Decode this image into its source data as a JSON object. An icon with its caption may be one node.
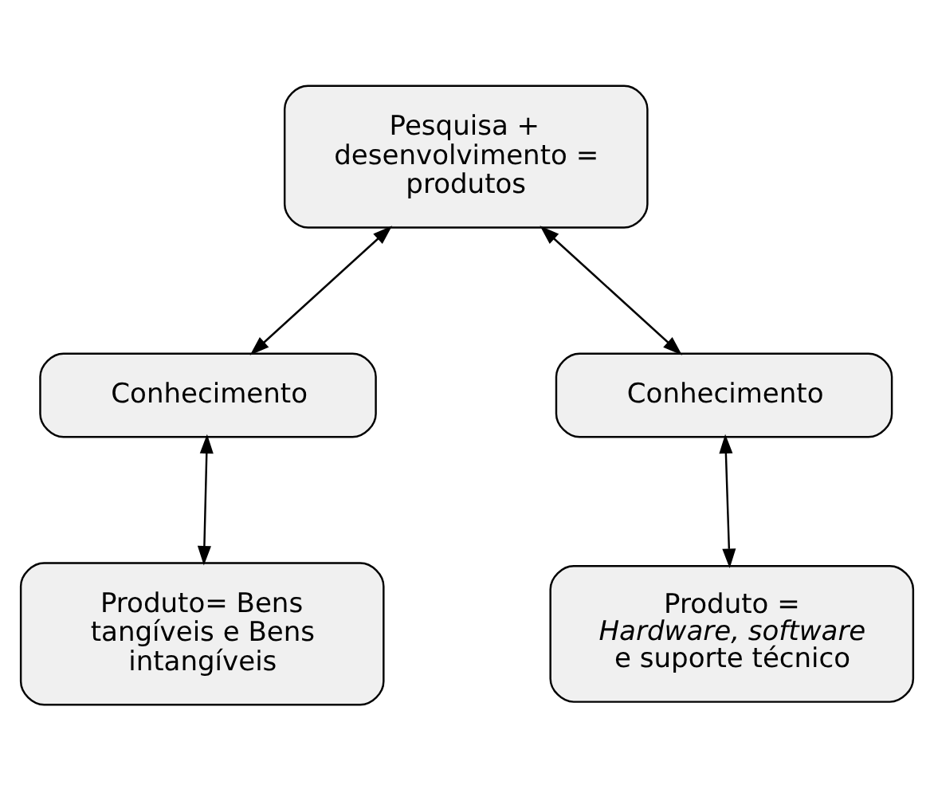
{
  "diagram": {
    "nodes": [
      {
        "text": [
          "Pesquisa + desenvolvimento = produtos"
        ]
      },
      {
        "text": [
          "Conhecimento"
        ]
      },
      {
        "text": [
          "Conhecimento"
        ]
      },
      {
        "text": [
          "Produto= Bens tangíveis e Bens intangíveis"
        ]
      },
      {
        "text": [
          "Produto = *Hardware, software* e suporte técnico"
        ]
      }
    ],
    "edges": [
      {
        "from": 0,
        "to": 1,
        "arrow": "both"
      },
      {
        "from": 0,
        "to": 2,
        "arrow": "both"
      },
      {
        "from": 1,
        "to": 3,
        "arrow": "both"
      },
      {
        "from": 2,
        "to": 4,
        "arrow": "both"
      }
    ]
  }
}
